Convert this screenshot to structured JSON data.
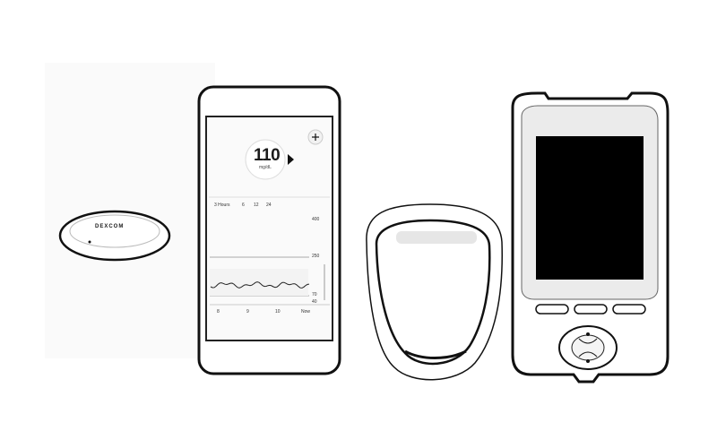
{
  "sensor": {
    "brand_text": "DEXCOM"
  },
  "phone": {
    "plus_icon": "+",
    "glucose_value": "110",
    "glucose_unit": "mg/dL",
    "trend_icon": "right-arrow",
    "range_tabs": [
      "3 Hours",
      "6",
      "12",
      "24"
    ],
    "y_labels": [
      "400",
      "250",
      "70",
      "40"
    ],
    "x_labels": [
      "8",
      "9",
      "10",
      "Now"
    ]
  },
  "colors": {
    "line": "#111111",
    "screen_black": "#000000",
    "accent_grey": "#e6e6e6"
  }
}
